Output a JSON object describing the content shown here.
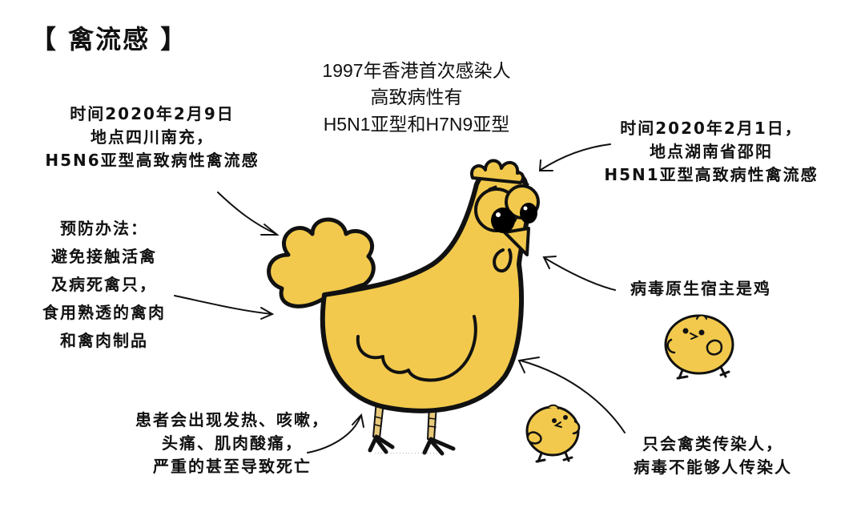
{
  "title": "【 禽流感 】",
  "center_note": {
    "lines": [
      "1997年香港首次感染人",
      "高致病性有",
      "H5N1亚型和H7N9亚型"
    ]
  },
  "notes": {
    "sichuan": {
      "lines": [
        "时间2020年2月9日",
        "地点四川南充，",
        "H5N6亚型高致病性禽流感"
      ]
    },
    "hunan": {
      "lines": [
        "时间2020年2月1日，",
        "地点湖南省邵阳",
        "H5N1亚型高致病性禽流感"
      ]
    },
    "prevention": {
      "lines": [
        "预防办法：",
        "避免接触活禽",
        "及病死禽只，",
        "食用熟透的禽肉",
        "和禽肉制品"
      ]
    },
    "host": {
      "lines": [
        "病毒原生宿主是鸡"
      ]
    },
    "symptoms": {
      "lines": [
        "患者会出现发热、咳嗽，",
        "头痛、肌肉酸痛，",
        "严重的甚至导致死亡"
      ]
    },
    "transmission": {
      "lines": [
        "只会禽类传染人，",
        "病毒不能够人传染人"
      ]
    }
  },
  "illustration": {
    "main": "hen",
    "extras": [
      "chick",
      "chick"
    ],
    "colors": {
      "body": "#F2C94C",
      "outline": "#111111",
      "eye": "#000000",
      "background": "#FFFFFF"
    }
  }
}
